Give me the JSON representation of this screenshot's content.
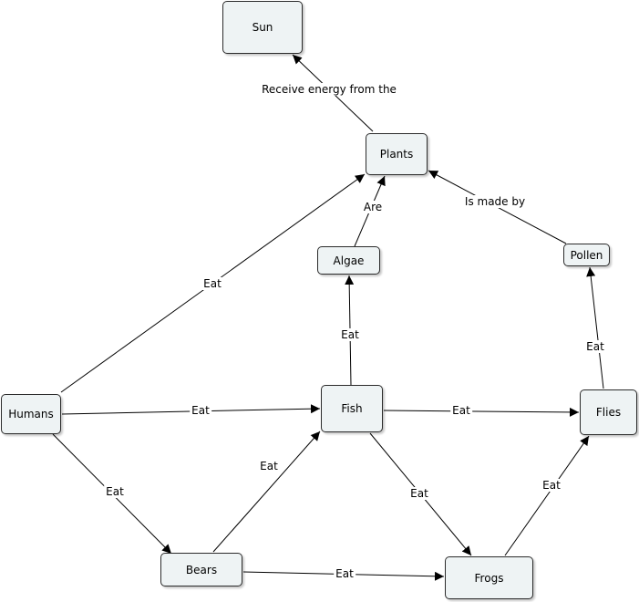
{
  "concepts": {
    "sun": "Sun",
    "plants": "Plants",
    "algae": "Algae",
    "pollen": "Pollen",
    "humans": "Humans",
    "fish": "Fish",
    "flies": "Flies",
    "bears": "Bears",
    "frogs": "Frogs"
  },
  "links": [
    {
      "from": "plants",
      "to": "sun",
      "label": "Receive energy from the"
    },
    {
      "from": "algae",
      "to": "plants",
      "label": "Are"
    },
    {
      "from": "pollen",
      "to": "plants",
      "label": "Is made by"
    },
    {
      "from": "humans",
      "to": "plants",
      "label": "Eat"
    },
    {
      "from": "fish",
      "to": "algae",
      "label": "Eat"
    },
    {
      "from": "flies",
      "to": "pollen",
      "label": "Eat"
    },
    {
      "from": "humans",
      "to": "fish",
      "label": "Eat"
    },
    {
      "from": "fish",
      "to": "flies",
      "label": "Eat"
    },
    {
      "from": "humans",
      "to": "bears",
      "label": "Eat"
    },
    {
      "from": "bears",
      "to": "fish",
      "label": "Eat"
    },
    {
      "from": "fish",
      "to": "frogs",
      "label": "Eat"
    },
    {
      "from": "frogs",
      "to": "flies",
      "label": "Eat"
    },
    {
      "from": "bears",
      "to": "frogs",
      "label": "Eat"
    }
  ],
  "colors": {
    "node_fill": "#eef3f4",
    "node_border": "#2b2b2b",
    "line": "#000000"
  }
}
